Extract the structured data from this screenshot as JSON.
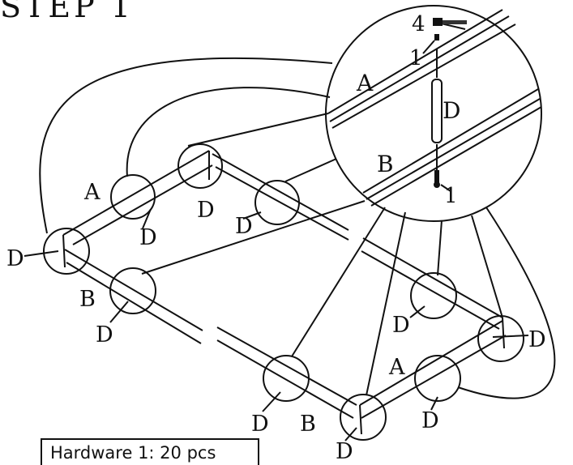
{
  "title": "STEP 1",
  "hardware_note": "Hardware 1: 20 pcs",
  "detail": {
    "numbers": [
      "4",
      "1",
      "1"
    ],
    "parts": [
      "A",
      "D",
      "B"
    ]
  },
  "callouts": {
    "D": "D",
    "A": "A",
    "B": "B"
  }
}
